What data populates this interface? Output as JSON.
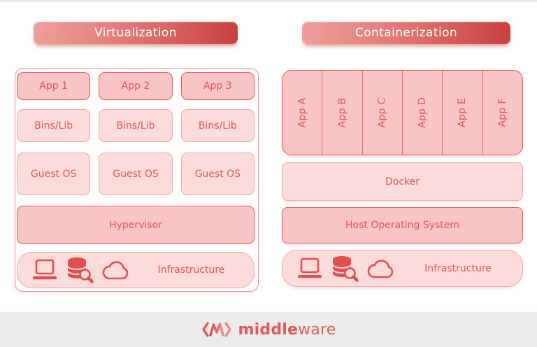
{
  "left": {
    "title": "Virtualization",
    "apps": [
      "App 1",
      "App 2",
      "App 3"
    ],
    "bins": [
      "Bins/Lib",
      "Bins/Lib",
      "Bins/Lib"
    ],
    "guests": [
      "Guest OS",
      "Guest OS",
      "Guest OS"
    ],
    "hypervisor": "Hypervisor",
    "infrastructure": "Infrastructure"
  },
  "right": {
    "title": "Containerization",
    "apps": [
      "App A",
      "App B",
      "App C",
      "App D",
      "App E",
      "App F"
    ],
    "docker": "Docker",
    "host_os": "Host Operating System",
    "infrastructure": "Infrastructure"
  },
  "footer": {
    "brand_bold": "middle",
    "brand_light": "ware"
  },
  "colors": {
    "banner_grad_start": "#efa09c",
    "banner_grad_end": "#c93f3f",
    "box_dark_fill": "#f9c4c4",
    "box_dark_border": "#e25b60",
    "box_light_fill": "#fcdbdb",
    "box_light_border": "#f2a9a9",
    "label_text": "#e25757",
    "container_border": "#ee9090",
    "footer_bg": "#ececec",
    "brand_color": "#e15b5b",
    "icon_color": "#e0504f"
  }
}
